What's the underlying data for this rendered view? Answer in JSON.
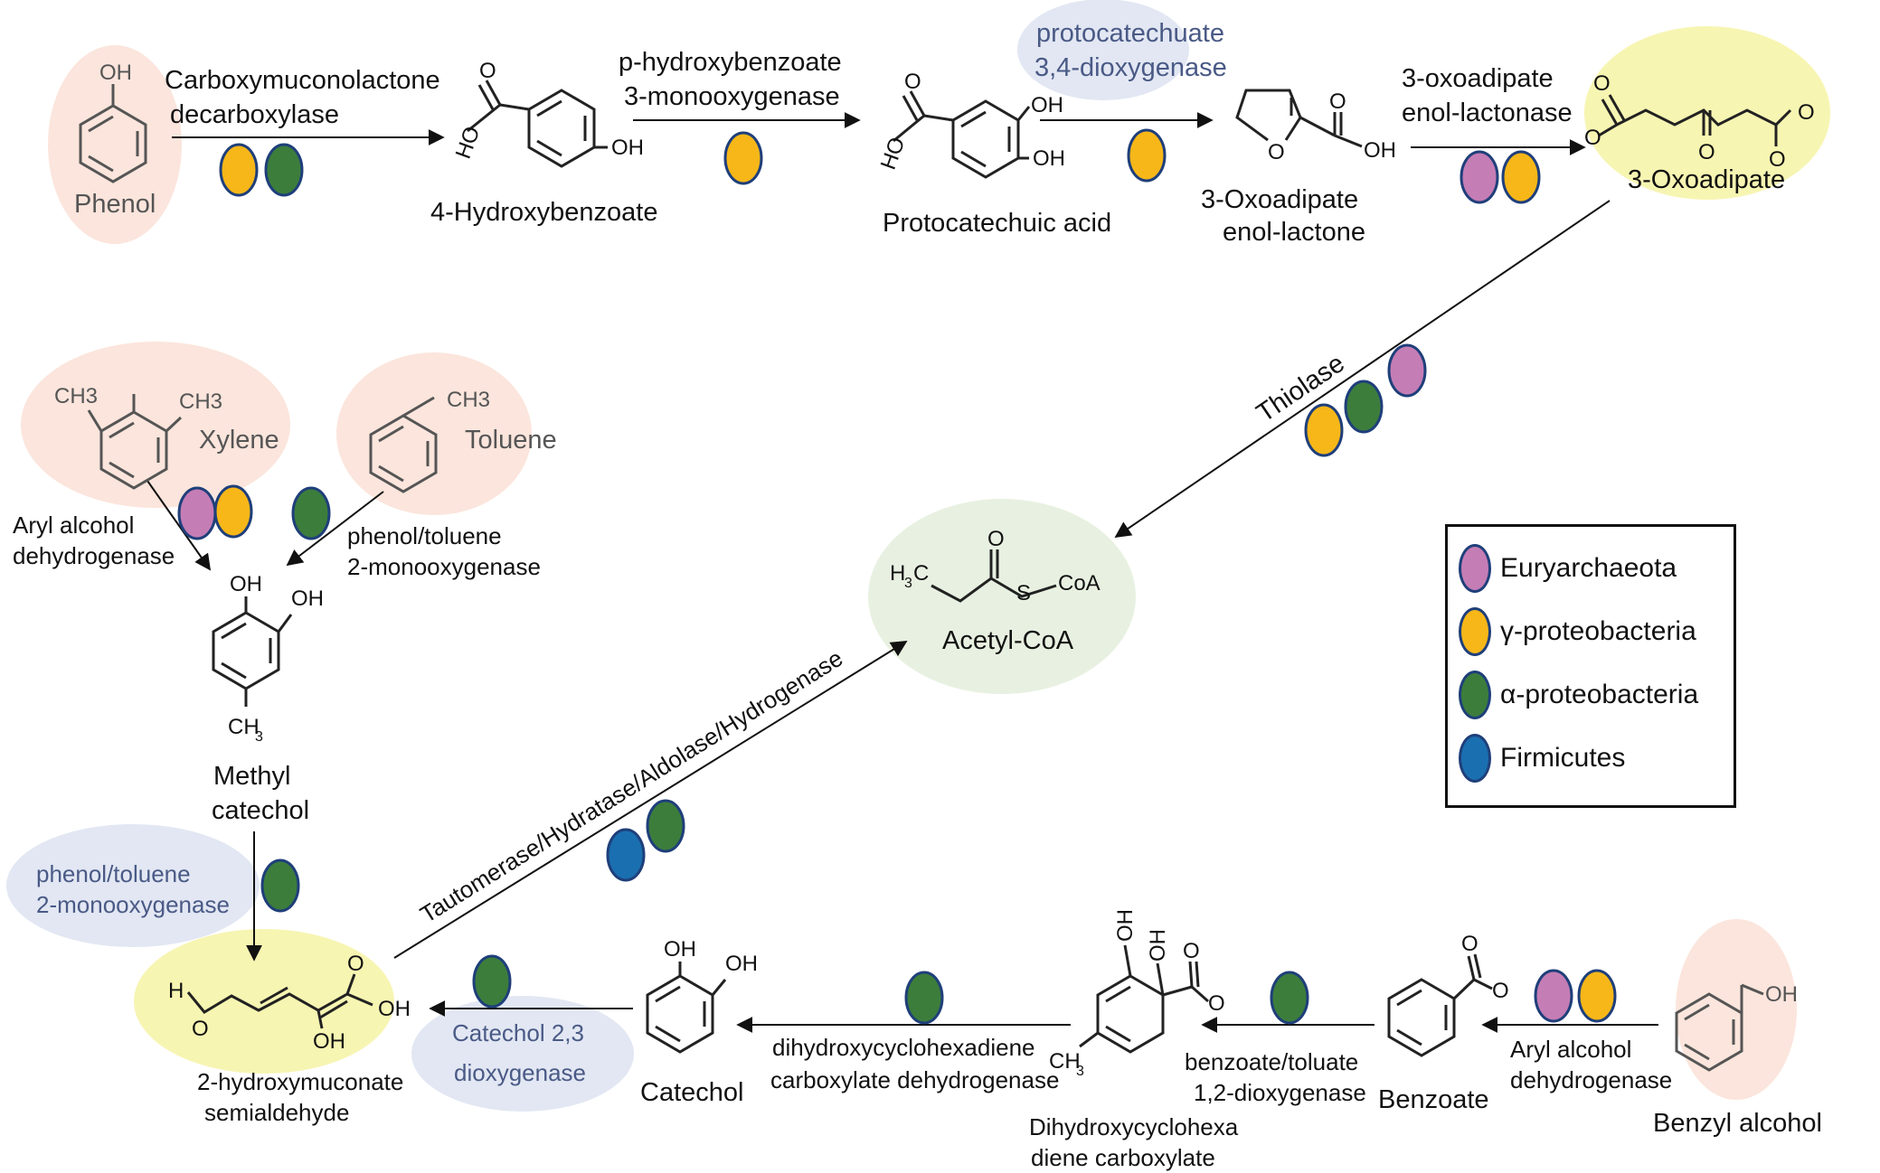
{
  "colors": {
    "euryarchaeota": "#c57db5",
    "gamma": "#f7b719",
    "alpha": "#3c7d3c",
    "firmicutes": "#1a6fb0",
    "outline": "#1f3f7a",
    "bubble_peach": "#fbe5dc",
    "bubble_yellow": "#f7f5b2",
    "bubble_green": "#e8f1e1",
    "bubble_blue": "#e2e7f3"
  },
  "compounds": {
    "phenol": "Phenol",
    "hydroxybenzoate": "4-Hydroxybenzoate",
    "protocatechuic": "Protocatechuic acid",
    "enol_lactone_1": "3-Oxoadipate",
    "enol_lactone_2": "enol-lactone",
    "oxoadipate": "3-Oxoadipate",
    "acetyl_coa": "Acetyl-CoA",
    "xylene": "Xylene",
    "toluene": "Toluene",
    "methyl_catechol_1": "Methyl",
    "methyl_catechol_2": "catechol",
    "semialdehyde_1": "2-hydroxymuconate",
    "semialdehyde_2": "semialdehyde",
    "catechol": "Catechol",
    "dihydroxy_1": "Dihydroxycyclohexa",
    "dihydroxy_2": "diene  carboxylate",
    "benzoate": "Benzoate",
    "benzyl_alcohol": "Benzyl alcohol"
  },
  "enzymes": {
    "carboxy_1": "Carboxymuconolactone",
    "carboxy_2": "decarboxylase",
    "phb_1": "p-hydroxybenzoate",
    "phb_2": "3-monooxygenase",
    "pcd_1": "protocatechuate",
    "pcd_2": "3,4-dioxygenase",
    "enol_1": "3-oxoadipate",
    "enol_2": "enol-lactonase",
    "thiolase": "Thiolase",
    "aryl_1": "Aryl alcohol",
    "aryl_2": "dehydrogenase",
    "ptm_1": "phenol/toluene",
    "ptm_2": "2-monooxygenase",
    "ptm2_1": "phenol/toluene",
    "ptm2_2": "2-monooxygenase",
    "tautomerase": "Tautomerase/Hydratase/Aldolase/Hydrogenase",
    "catechol23_1": "Catechol 2,3",
    "catechol23_2": "dioxygenase",
    "dhcd_1": "dihydroxycyclohexadiene",
    "dhcd_2": "carboxylate dehydrogenase",
    "btd_1": "benzoate/toluate",
    "btd_2": "1,2-dioxygenase",
    "aryl2_1": "Aryl alcohol",
    "aryl2_2": "dehydrogenase"
  },
  "atoms": {
    "oh": "OH",
    "o": "O",
    "ho": "HO",
    "ch3": "CH3",
    "ch3_sub": "CH",
    "ch3_sub3": "3",
    "h3c": "H",
    "h3c_3": "3",
    "h3c_c": "C",
    "s": "S",
    "coa": "CoA",
    "h": "H"
  },
  "legend": {
    "items": [
      {
        "label": "Euryarchaeota",
        "color": "#c57db5"
      },
      {
        "label": "γ-proteobacteria",
        "color": "#f7b719"
      },
      {
        "label": "α-proteobacteria",
        "color": "#3c7d3c"
      },
      {
        "label": "Firmicutes",
        "color": "#1a6fb0"
      }
    ]
  }
}
